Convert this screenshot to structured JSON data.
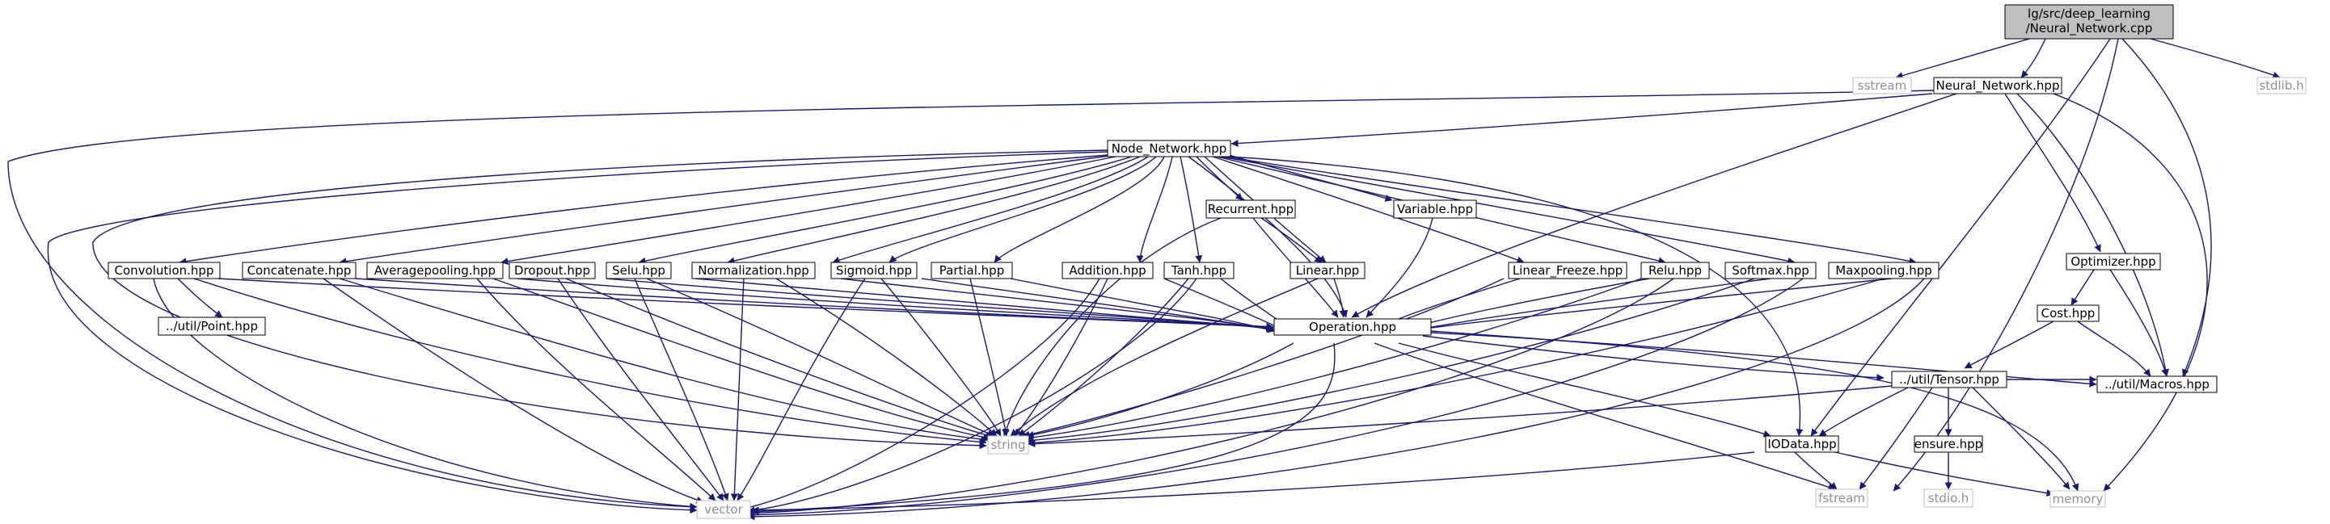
{
  "colors": {
    "edge": "#191970",
    "node_border": "#000000",
    "system_border": "#bfbfbf",
    "system_text": "#8f8f8f",
    "root_fill": "#bfbfbf"
  },
  "nodes": {
    "root": {
      "label_line1": "lg/src/deep_learning",
      "label_line2": "/Neural_Network.cpp"
    },
    "sstream": {
      "label": "sstream"
    },
    "neural_network_hpp": {
      "label": "Neural_Network.hpp"
    },
    "stdlib_h": {
      "label": "stdlib.h"
    },
    "node_network_hpp": {
      "label": "Node_Network.hpp"
    },
    "recurrent_hpp": {
      "label": "Recurrent.hpp"
    },
    "variable_hpp": {
      "label": "Variable.hpp"
    },
    "convolution_hpp": {
      "label": "Convolution.hpp"
    },
    "concatenate_hpp": {
      "label": "Concatenate.hpp"
    },
    "averagepooling_hpp": {
      "label": "Averagepooling.hpp"
    },
    "dropout_hpp": {
      "label": "Dropout.hpp"
    },
    "selu_hpp": {
      "label": "Selu.hpp"
    },
    "normalization_hpp": {
      "label": "Normalization.hpp"
    },
    "sigmoid_hpp": {
      "label": "Sigmoid.hpp"
    },
    "partial_hpp": {
      "label": "Partial.hpp"
    },
    "addition_hpp": {
      "label": "Addition.hpp"
    },
    "tanh_hpp": {
      "label": "Tanh.hpp"
    },
    "linear_hpp": {
      "label": "Linear.hpp"
    },
    "linear_freeze_hpp": {
      "label": "Linear_Freeze.hpp"
    },
    "relu_hpp": {
      "label": "Relu.hpp"
    },
    "softmax_hpp": {
      "label": "Softmax.hpp"
    },
    "maxpooling_hpp": {
      "label": "Maxpooling.hpp"
    },
    "optimizer_hpp": {
      "label": "Optimizer.hpp"
    },
    "cost_hpp": {
      "label": "Cost.hpp"
    },
    "operation_hpp": {
      "label": "Operation.hpp"
    },
    "util_point_hpp": {
      "label": "../util/Point.hpp"
    },
    "util_tensor_hpp": {
      "label": "../util/Tensor.hpp"
    },
    "util_macros_hpp": {
      "label": "../util/Macros.hpp"
    },
    "ensure_hpp": {
      "label": "ensure.hpp"
    },
    "iodata_hpp": {
      "label": "IOData.hpp"
    },
    "string": {
      "label": "string"
    },
    "vector": {
      "label": "vector"
    },
    "fstream": {
      "label": "fstream"
    },
    "stdio_h": {
      "label": "stdio.h"
    },
    "memory": {
      "label": "memory"
    }
  }
}
